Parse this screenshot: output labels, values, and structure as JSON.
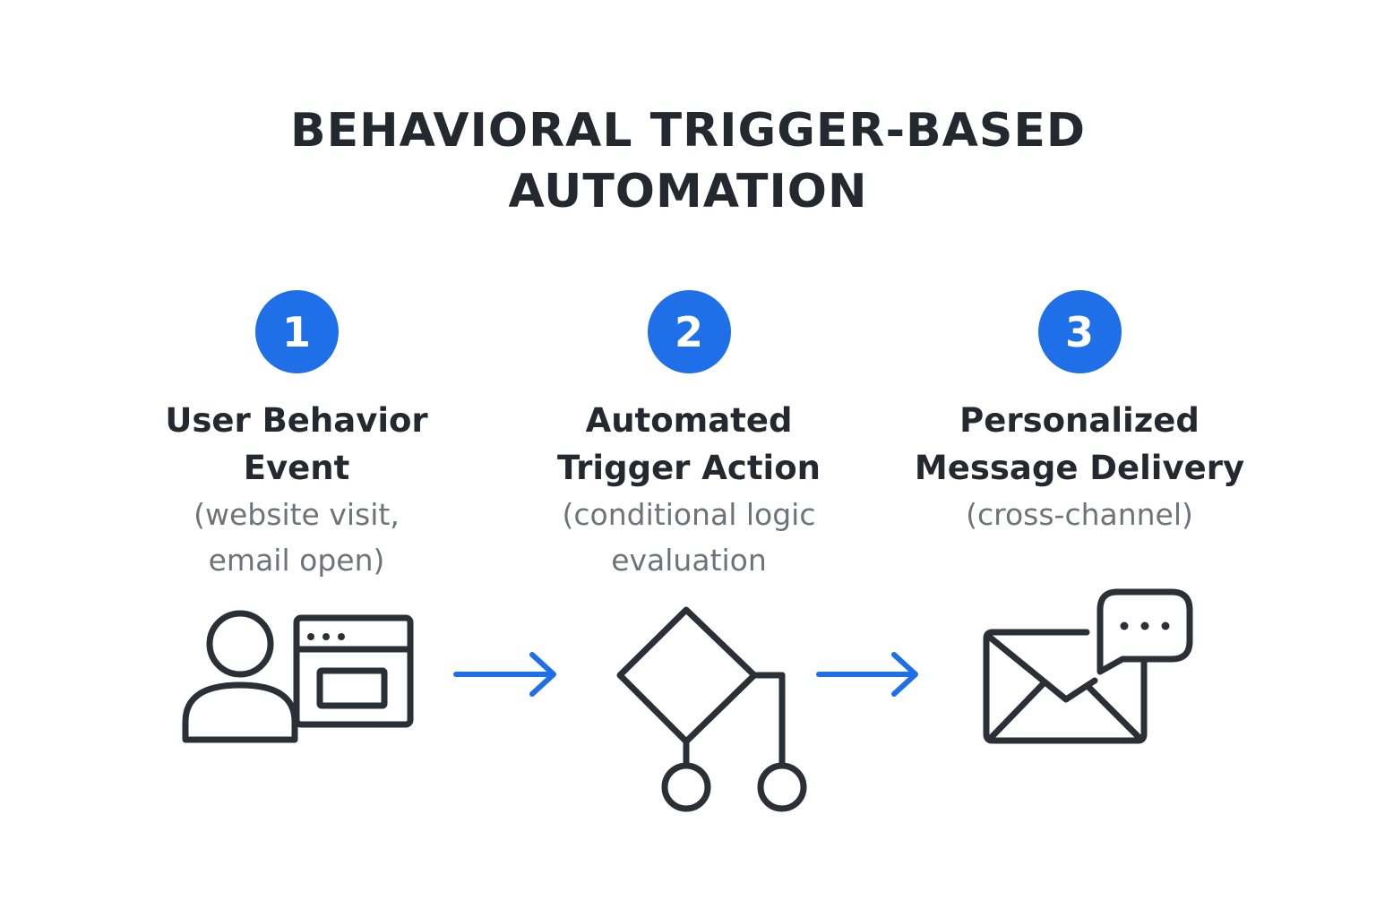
{
  "title": {
    "line1": "BEHAVIORAL TRIGGER-BASED",
    "line2": "AUTOMATION"
  },
  "colors": {
    "accent": "#1f6fe8",
    "heading": "#24292f",
    "description": "#6e7379",
    "icon_stroke": "#2b2f36",
    "background": "#ffffff"
  },
  "steps": [
    {
      "number": "1",
      "title_lines": [
        "User Behavior",
        "Event"
      ],
      "desc_lines": [
        "(website visit,",
        "email open)"
      ],
      "icon": "user-browser-icon"
    },
    {
      "number": "2",
      "title_lines": [
        "Automated",
        "Trigger Action"
      ],
      "desc_lines": [
        "(conditional logic",
        "evaluation"
      ],
      "icon": "decision-flow-icon"
    },
    {
      "number": "3",
      "title_lines": [
        "Personalized",
        "Message Delivery"
      ],
      "desc_lines": [
        "(cross-channel)"
      ],
      "icon": "envelope-chat-icon"
    }
  ],
  "connectors": [
    "arrow-right-icon",
    "arrow-right-icon"
  ]
}
